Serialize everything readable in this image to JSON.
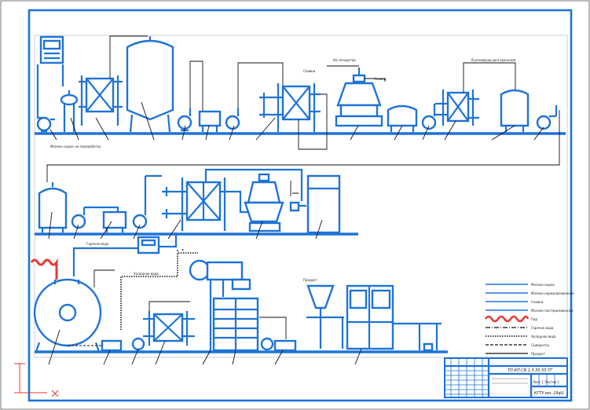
{
  "drawing": {
    "title_block": {
      "code": "ТП.КП.СВ.1.5.55.55.ТГ",
      "sheet": "Лист 1 Листов 1",
      "org": "КГТУ им. 19ф1"
    },
    "legend": {
      "items": [
        {
          "label": "Молоко сырое",
          "style": "solid",
          "color": "#1e73d8"
        },
        {
          "label": "Молоко нормализованное",
          "style": "solid",
          "color": "#1e73d8"
        },
        {
          "label": "Сливки",
          "style": "solid",
          "color": "#1e73d8"
        },
        {
          "label": "Молоко пастеризованное",
          "style": "solid",
          "color": "#1e73d8"
        },
        {
          "label": "Пар",
          "style": "wave",
          "color": "#e53935"
        },
        {
          "label": "Горячая вода",
          "style": "dashdot",
          "color": "#111111"
        },
        {
          "label": "Холодная вода",
          "style": "dots",
          "color": "#111111"
        },
        {
          "label": "Сыворотка",
          "style": "dash",
          "color": "#111111"
        },
        {
          "label": "Продукт",
          "style": "solid",
          "color": "#111111"
        }
      ]
    },
    "labels": {
      "sep_line": "На сепаратор",
      "cream_line": "Сливки",
      "tank_line": "В резервуар для хранения",
      "whey_line": "Сыворотка",
      "milk_line": "Молоко сырое на переработку",
      "top_label": "Сливки",
      "water_line": "Горячая вода",
      "cold_line": "Холодная вода",
      "out_label": "Продукт"
    },
    "colors": {
      "equipment": "#1e73d8",
      "leader": "#111111",
      "steam": "#e53935"
    }
  }
}
